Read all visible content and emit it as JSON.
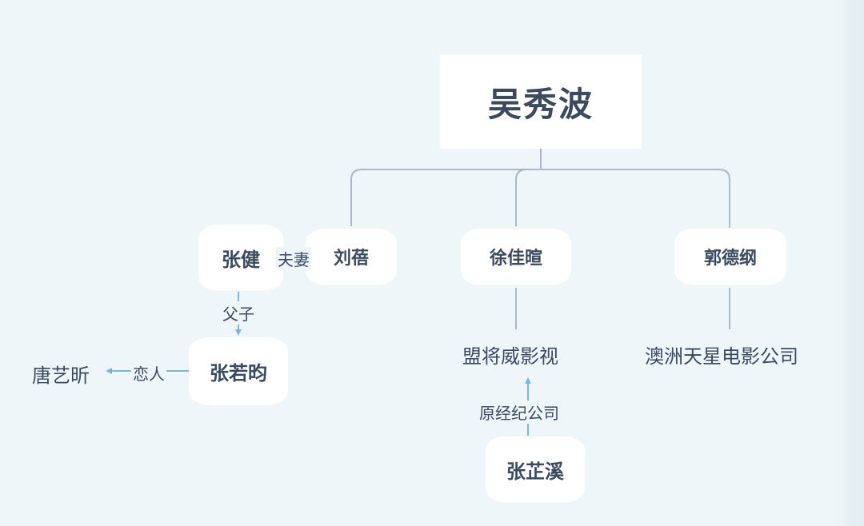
{
  "nodes": {
    "root": "吴秀波",
    "liu_bei": "刘蓓",
    "xu_jiaxuan": "徐佳暄",
    "guo_degang": "郭德纲",
    "zhang_jian": "张健",
    "zhang_ruoyun": "张若昀",
    "tang_yixin": "唐艺昕",
    "mengjiang": "盟将威影视",
    "aozhou": "澳洲天星电影公司",
    "zhang_zhixi": "张芷溪"
  },
  "edges": {
    "couple": "夫妻",
    "father_son": "父子",
    "lovers": "恋人",
    "former_agency": "原经纪公司"
  },
  "colors": {
    "background": "#eef6fa",
    "tree_line": "#a9b7c8",
    "arrow_line": "#7fb6d6",
    "node_text": "#3b4a5e"
  }
}
